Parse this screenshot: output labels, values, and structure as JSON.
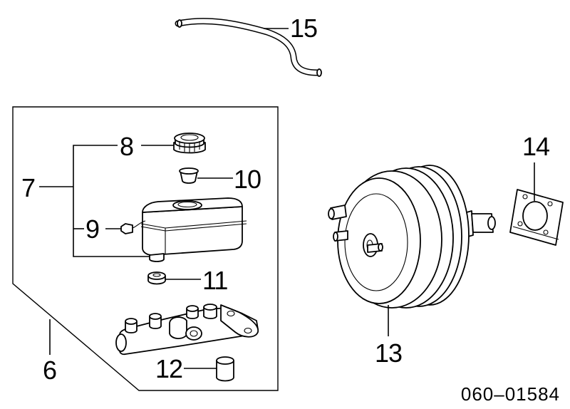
{
  "callouts": {
    "c6": "6",
    "c7": "7",
    "c8": "8",
    "c9": "9",
    "c10": "10",
    "c11": "11",
    "c12": "12",
    "c13": "13",
    "c14": "14",
    "c15": "15"
  },
  "diagram_code": "060–01584"
}
